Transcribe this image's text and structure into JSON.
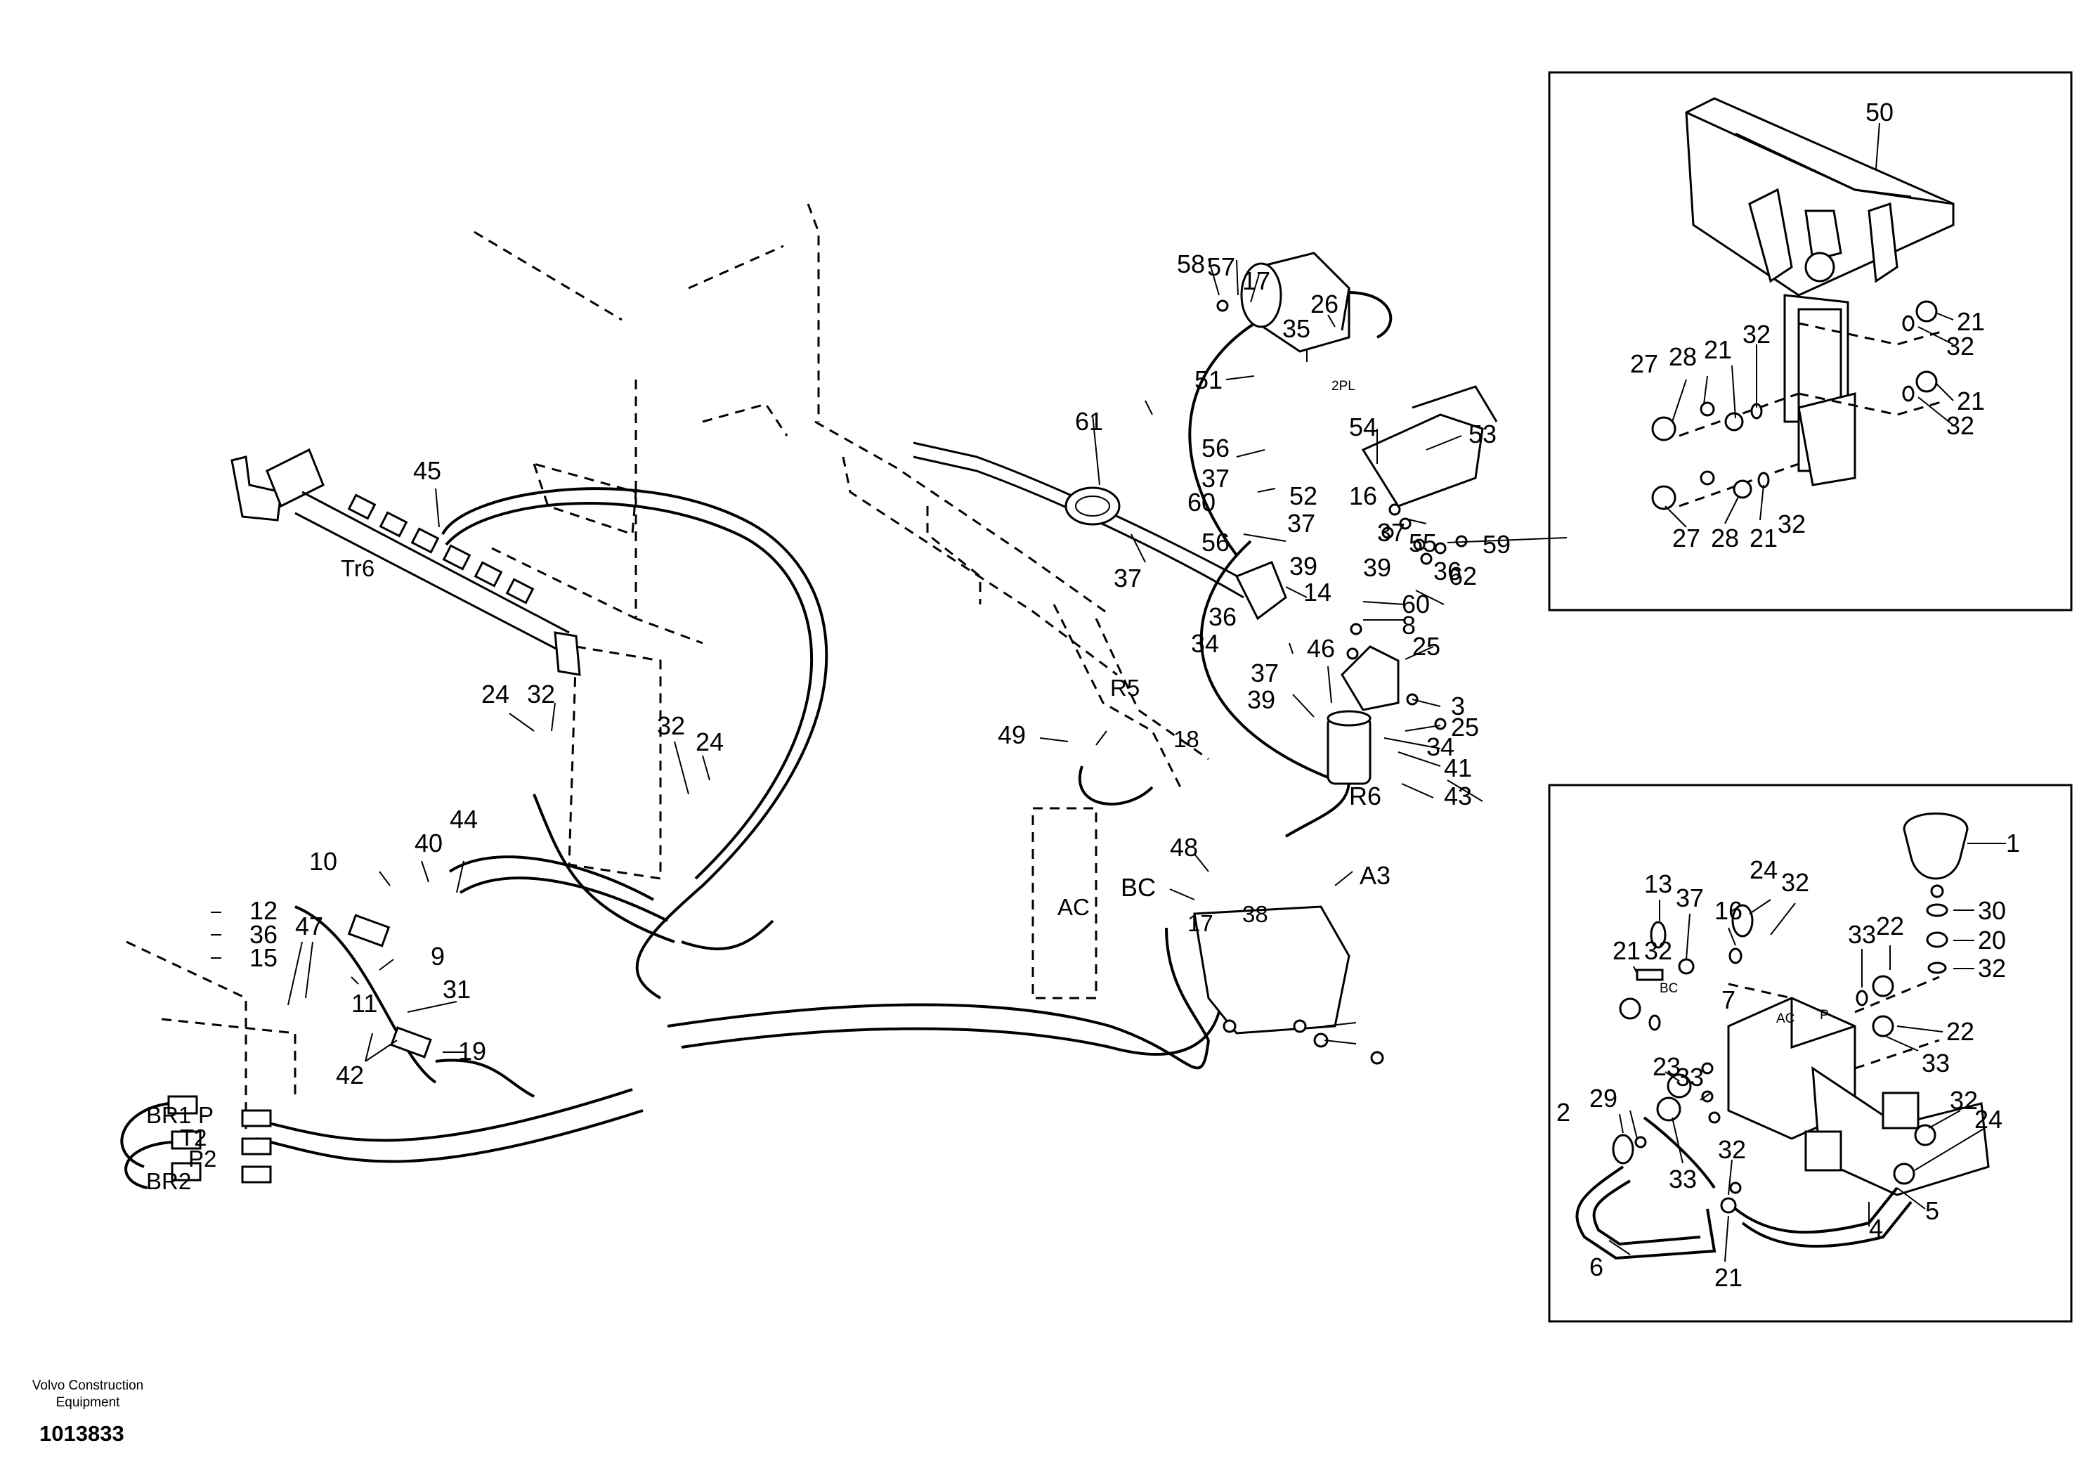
{
  "footer": {
    "manufacturer": "Volvo Construction Equipment",
    "document_number": "1013833"
  },
  "main_labels": [
    {
      "id": "c45",
      "text": "45"
    },
    {
      "id": "tr6",
      "text": "Tr6"
    },
    {
      "id": "c24a",
      "text": "24"
    },
    {
      "id": "c32a",
      "text": "32"
    },
    {
      "id": "c32b",
      "text": "32"
    },
    {
      "id": "c24b",
      "text": "24"
    },
    {
      "id": "c10",
      "text": "10"
    },
    {
      "id": "c40",
      "text": "40"
    },
    {
      "id": "c44",
      "text": "44"
    },
    {
      "id": "c12",
      "text": "12"
    },
    {
      "id": "c36a",
      "text": "36"
    },
    {
      "id": "c15",
      "text": "15"
    },
    {
      "id": "c47",
      "text": "47"
    },
    {
      "id": "c9",
      "text": "9"
    },
    {
      "id": "c11",
      "text": "11"
    },
    {
      "id": "c31",
      "text": "31"
    },
    {
      "id": "c19",
      "text": "19"
    },
    {
      "id": "c42",
      "text": "42"
    },
    {
      "id": "br1",
      "text": "BR1"
    },
    {
      "id": "p1",
      "text": "P"
    },
    {
      "id": "t2",
      "text": "T2"
    },
    {
      "id": "p2",
      "text": "P2"
    },
    {
      "id": "br2",
      "text": "BR2"
    },
    {
      "id": "c58",
      "text": "58"
    },
    {
      "id": "c57",
      "text": "57"
    },
    {
      "id": "c17a",
      "text": "17"
    },
    {
      "id": "c26",
      "text": "26"
    },
    {
      "id": "c35",
      "text": "35"
    },
    {
      "id": "pl2",
      "text": "2PL"
    },
    {
      "id": "c51",
      "text": "51"
    },
    {
      "id": "c54",
      "text": "54"
    },
    {
      "id": "c53",
      "text": "53"
    },
    {
      "id": "c61",
      "text": "61"
    },
    {
      "id": "c56a",
      "text": "56"
    },
    {
      "id": "c37a",
      "text": "37"
    },
    {
      "id": "c52",
      "text": "52"
    },
    {
      "id": "c60a",
      "text": "60"
    },
    {
      "id": "c37b",
      "text": "37"
    },
    {
      "id": "c16",
      "text": "16"
    },
    {
      "id": "c56b",
      "text": "56"
    },
    {
      "id": "c39a",
      "text": "39"
    },
    {
      "id": "c37c",
      "text": "37"
    },
    {
      "id": "c39b",
      "text": "39"
    },
    {
      "id": "c36b",
      "text": "36"
    },
    {
      "id": "c59",
      "text": "59"
    },
    {
      "id": "c55",
      "text": "55"
    },
    {
      "id": "c62",
      "text": "62"
    },
    {
      "id": "c37d",
      "text": "37"
    },
    {
      "id": "c14",
      "text": "14"
    },
    {
      "id": "c36c",
      "text": "36"
    },
    {
      "id": "c60b",
      "text": "60"
    },
    {
      "id": "c8",
      "text": "8"
    },
    {
      "id": "c34a",
      "text": "34"
    },
    {
      "id": "c25a",
      "text": "25"
    },
    {
      "id": "c46",
      "text": "46"
    },
    {
      "id": "c37e",
      "text": "37"
    },
    {
      "id": "c39c",
      "text": "39"
    },
    {
      "id": "c3",
      "text": "3"
    },
    {
      "id": "c25b",
      "text": "25"
    },
    {
      "id": "c34b",
      "text": "34"
    },
    {
      "id": "c41",
      "text": "41"
    },
    {
      "id": "r6",
      "text": "R6"
    },
    {
      "id": "c43",
      "text": "43"
    },
    {
      "id": "r5",
      "text": "R5"
    },
    {
      "id": "c49",
      "text": "49"
    },
    {
      "id": "c18",
      "text": "18"
    },
    {
      "id": "c48",
      "text": "48"
    },
    {
      "id": "a3",
      "text": "A3"
    },
    {
      "id": "bc",
      "text": "BC"
    },
    {
      "id": "ac",
      "text": "AC"
    },
    {
      "id": "c17b",
      "text": "17"
    },
    {
      "id": "c38",
      "text": "38"
    }
  ],
  "inset_top_labels": [
    {
      "id": "c50",
      "text": "50"
    },
    {
      "id": "c21a",
      "text": "21"
    },
    {
      "id": "c32c",
      "text": "32"
    },
    {
      "id": "c32d",
      "text": "32"
    },
    {
      "id": "c21b",
      "text": "21"
    },
    {
      "id": "c27a",
      "text": "27"
    },
    {
      "id": "c28a",
      "text": "28"
    },
    {
      "id": "c21c",
      "text": "21"
    },
    {
      "id": "c32e",
      "text": "32"
    },
    {
      "id": "c21d",
      "text": "21"
    },
    {
      "id": "c32f",
      "text": "32"
    },
    {
      "id": "c27b",
      "text": "27"
    },
    {
      "id": "c28b",
      "text": "28"
    },
    {
      "id": "c21e",
      "text": "21"
    },
    {
      "id": "c32g",
      "text": "32"
    }
  ],
  "inset_bottom_labels": [
    {
      "id": "c1",
      "text": "1"
    },
    {
      "id": "c30",
      "text": "30"
    },
    {
      "id": "c20",
      "text": "20"
    },
    {
      "id": "c32h",
      "text": "32"
    },
    {
      "id": "c13",
      "text": "13"
    },
    {
      "id": "c37f",
      "text": "37"
    },
    {
      "id": "c24c",
      "text": "24"
    },
    {
      "id": "c32i",
      "text": "32"
    },
    {
      "id": "c16b",
      "text": "16"
    },
    {
      "id": "c21f",
      "text": "21"
    },
    {
      "id": "c32j",
      "text": "32"
    },
    {
      "id": "bc2",
      "text": "BC"
    },
    {
      "id": "ac2",
      "text": "AC"
    },
    {
      "id": "pp",
      "text": "P"
    },
    {
      "id": "c33a",
      "text": "33"
    },
    {
      "id": "c22a",
      "text": "22"
    },
    {
      "id": "c7",
      "text": "7"
    },
    {
      "id": "c22b",
      "text": "22"
    },
    {
      "id": "c33b",
      "text": "33"
    },
    {
      "id": "c23",
      "text": "23"
    },
    {
      "id": "c33c",
      "text": "33"
    },
    {
      "id": "c2",
      "text": "2"
    },
    {
      "id": "c29",
      "text": "29"
    },
    {
      "id": "c32k",
      "text": "32"
    },
    {
      "id": "c24d",
      "text": "24"
    },
    {
      "id": "c32l",
      "text": "32"
    },
    {
      "id": "c33d",
      "text": "33"
    },
    {
      "id": "c5",
      "text": "5"
    },
    {
      "id": "c4",
      "text": "4"
    },
    {
      "id": "c6",
      "text": "6"
    },
    {
      "id": "c21g",
      "text": "21"
    }
  ]
}
